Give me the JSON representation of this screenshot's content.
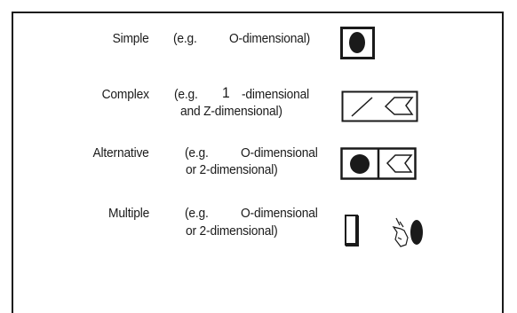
{
  "rows": [
    {
      "label": "Simple",
      "ex1": "(e.g.",
      "ex2": "O-dimensional)"
    },
    {
      "label": "Complex",
      "ex1": "(e.g.",
      "num": "1",
      "ex2": "-dimensional",
      "line2": "and  Z-dimensional)"
    },
    {
      "label": "Alternative",
      "ex1": "(e.g.",
      "ex2": "O-dimensional",
      "line2": "or  2-dimensional)"
    },
    {
      "label": "Multiple",
      "ex1": "(e.g.",
      "ex2": "O-dimensional",
      "line2": "or  2-dimensional)"
    }
  ]
}
